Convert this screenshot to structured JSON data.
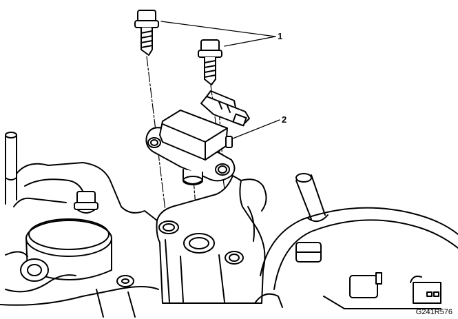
{
  "callouts": [
    {
      "id": "1",
      "label": "1"
    },
    {
      "id": "2",
      "label": "2"
    }
  ],
  "figure_id": "G241R576",
  "colors": {
    "line": "#000000",
    "fill": "#ffffff"
  }
}
